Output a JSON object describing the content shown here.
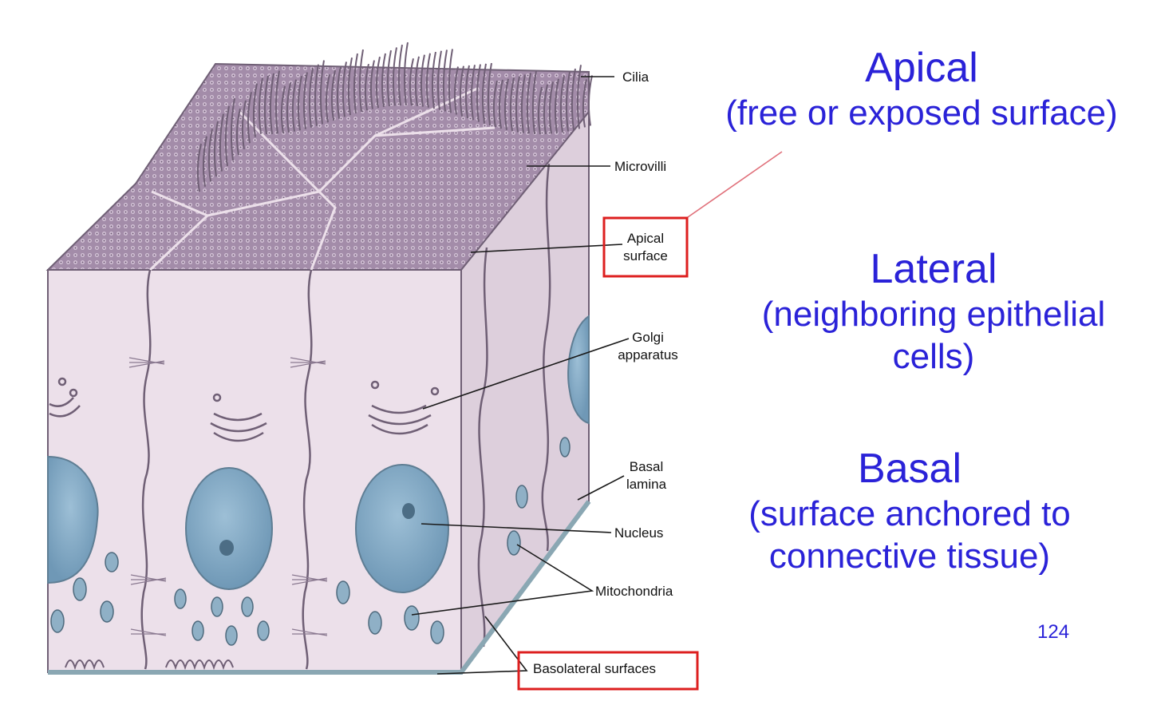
{
  "diagram": {
    "labels": {
      "cilia": "Cilia",
      "microvilli": "Microvilli",
      "apical_surface": [
        "Apical",
        "surface"
      ],
      "golgi": [
        "Golgi",
        "apparatus"
      ],
      "basal_lamina": [
        "Basal",
        "lamina"
      ],
      "nucleus": "Nucleus",
      "mitochondria": "Mitochondria",
      "basolateral": "Basolateral surfaces"
    }
  },
  "descriptions": {
    "apical": {
      "title": "Apical",
      "detail": "(free or exposed surface)"
    },
    "lateral": {
      "title": "Lateral",
      "detail_lines": [
        "(neighboring epithelial",
        "cells)"
      ]
    },
    "basal": {
      "title": "Basal",
      "detail_lines": [
        "(surface anchored to",
        "connective tissue)"
      ]
    }
  },
  "page_number": "124",
  "colors": {
    "cell_fill": "#ece0ea",
    "cell_side": "#ddcfdc",
    "outline": "#6f5f75",
    "top_surface": "#9e86a4",
    "nucleus": "#7ea4c0",
    "highlight_box": "#dd1f1f",
    "text_blue": "#2a22d8"
  }
}
